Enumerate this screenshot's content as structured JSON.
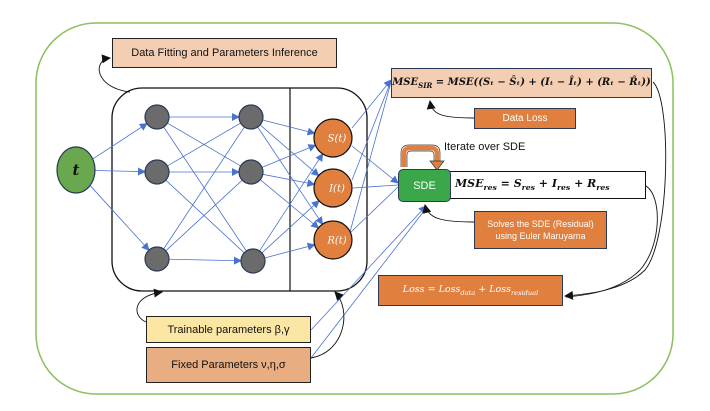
{
  "colors": {
    "outer_border": "#8cbf5e",
    "input_node": "#6aa84f",
    "hidden_node": "#6b6b6b",
    "output_node": "#e07f3e",
    "sde_box": "#3aa84a",
    "peach_box": "#f4ceb2",
    "orange_box": "#e07f3e",
    "trainable_box": "#fbe6a3",
    "fixed_box": "#e9ad82",
    "edge": "#4a72d0",
    "border_dark": "#2a3a55"
  },
  "input_node": {
    "label": "t"
  },
  "hidden_layers": [
    {
      "nodes": 3
    },
    {
      "nodes": 3
    }
  ],
  "output_nodes": [
    {
      "label": "S(t)"
    },
    {
      "label": "I(t)"
    },
    {
      "label": "R(t)"
    }
  ],
  "boxes": {
    "data_fitting": "Data Fitting and Parameters Inference",
    "mse_sir": {
      "lhs": "MSE",
      "lhs_sub": "SIR",
      "rhs": "= MSE((Sₜ − Ŝₜ) + (Iₜ − Îₜ) + (Rₜ − R̂ₜ))"
    },
    "data_loss": "Data Loss",
    "iterate_label": "Iterate over SDE",
    "sde": "SDE",
    "mse_res": {
      "lhs": "MSE",
      "lhs_sub": "res",
      "term1": "S",
      "term1_sub": "res",
      "term2": "I",
      "term2_sub": "res",
      "term3": "R",
      "term3_sub": "res"
    },
    "solves": "Solves the SDE (Residual) using Euler Maruyama",
    "loss": {
      "lhs": "Loss",
      "t1": "Loss",
      "t1_sub": "data",
      "t2": "Loss",
      "t2_sub": "residual"
    },
    "trainable": "Trainable parameters β,γ",
    "fixed": "Fixed Parameters ν,η,σ"
  }
}
